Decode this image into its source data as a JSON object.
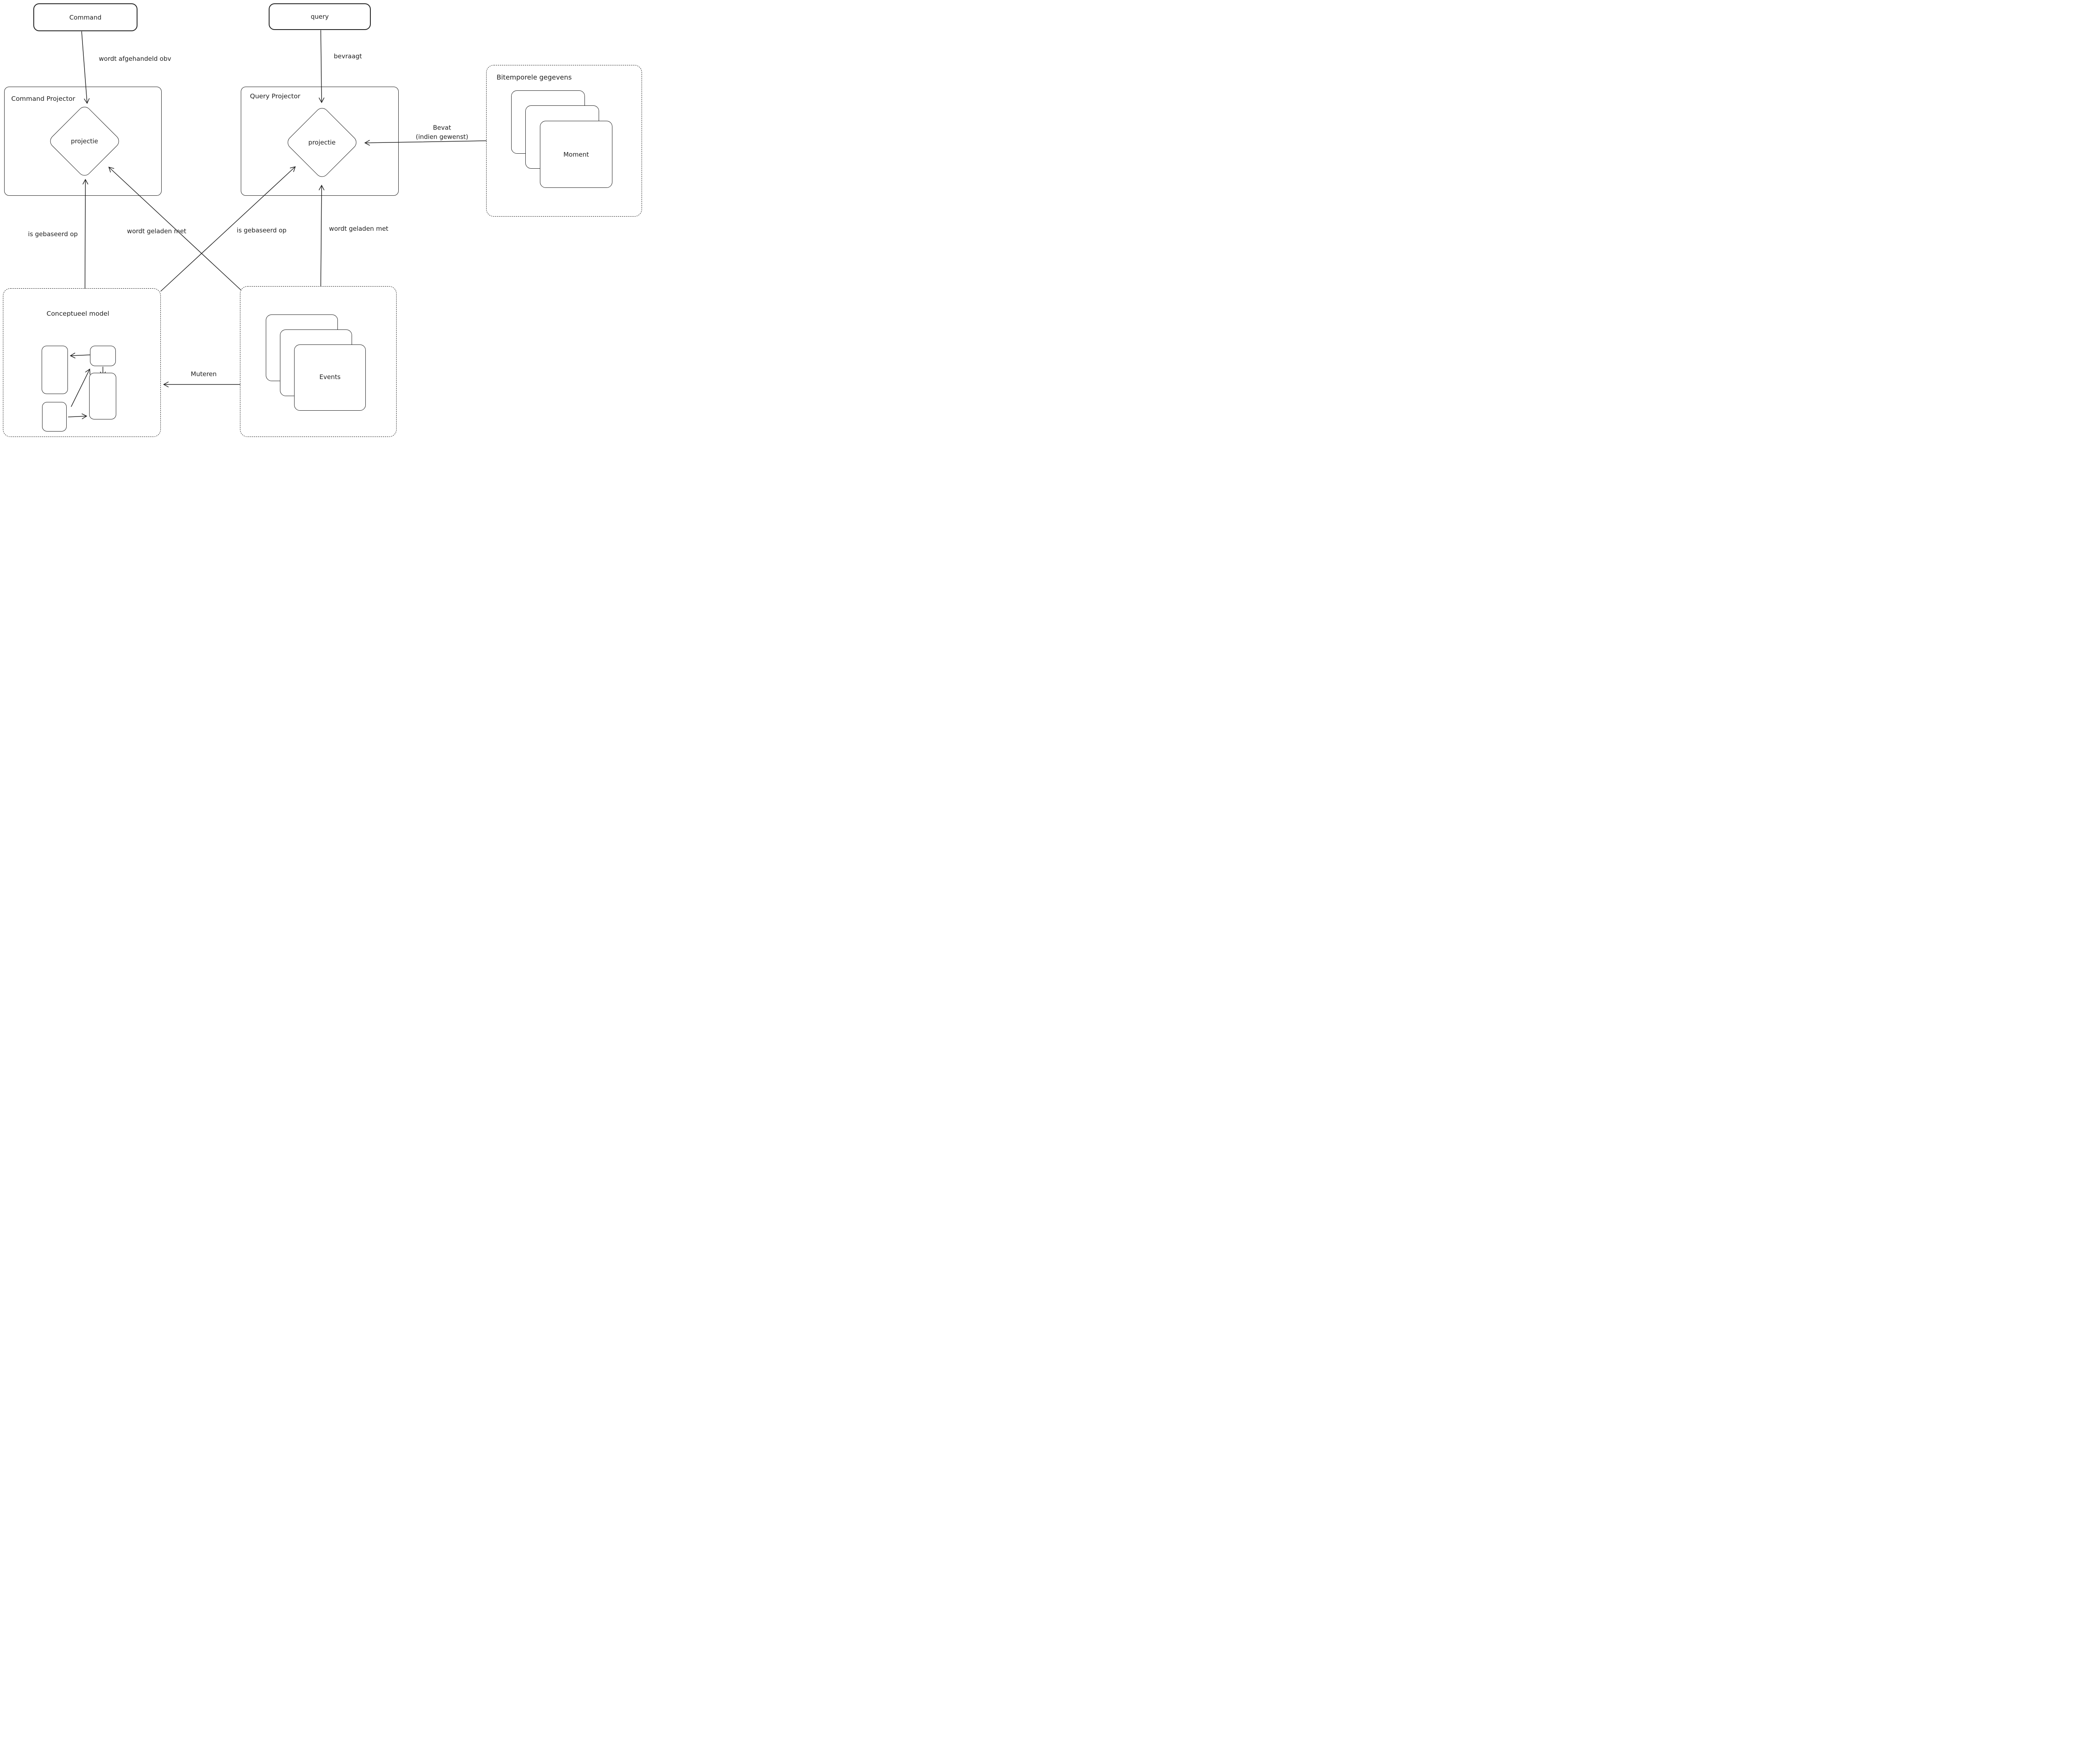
{
  "diagram": {
    "background_color": "#ffffff",
    "stroke_color": "#1e1e1e",
    "nodes": {
      "command": {
        "label": "Command"
      },
      "query": {
        "label": "query"
      },
      "command_projector": {
        "title": "Command Projector",
        "projection_label": "projectie"
      },
      "query_projector": {
        "title": "Query Projector",
        "projection_label": "projectie"
      },
      "bitemporal_data": {
        "title": "Bitemporele gegevens",
        "stack_label": "Moment"
      },
      "conceptual_model": {
        "title": "Conceptueel model"
      },
      "event_store": {
        "stack_label": "Events"
      }
    },
    "edges": {
      "command_handled": {
        "label": "wordt afgehandeld obv"
      },
      "query_queries": {
        "label": "bevraagt"
      },
      "contains": {
        "label_line1": "Bevat",
        "label_line2": "(indien gewenst)"
      },
      "command_based_on": {
        "label": "is gebaseerd op"
      },
      "command_loaded_with": {
        "label": "wordt geladen met"
      },
      "query_based_on": {
        "label": "is gebaseerd op"
      },
      "query_loaded_with": {
        "label": "wordt geladen met"
      },
      "mutate": {
        "label": "Muteren"
      }
    }
  }
}
